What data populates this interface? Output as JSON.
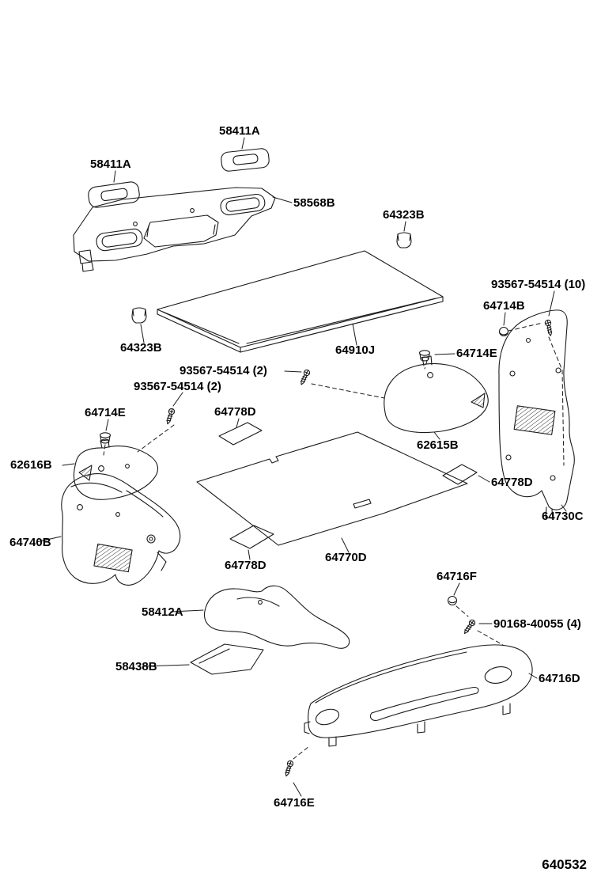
{
  "diagram": {
    "footer_number": "640532",
    "labels": {
      "l58411a_1": "58411A",
      "l58411a_2": "58411A",
      "l58568b": "58568B",
      "l64323b_1": "64323B",
      "l93567_10": "93567-54514 (10)",
      "l64714b": "64714B",
      "l64714e_1": "64714E",
      "l64910j": "64910J",
      "l64323b_2": "64323B",
      "l93567_2a": "93567-54514 (2)",
      "l93567_2b": "93567-54514 (2)",
      "l64714e_2": "64714E",
      "l64778d_1": "64778D",
      "l62615b": "62615B",
      "l62616b": "62616B",
      "l64778d_2": "64778D",
      "l64730c": "64730C",
      "l64740b": "64740B",
      "l64770d": "64770D",
      "l64778d_3": "64778D",
      "l64716f": "64716F",
      "l58412a": "58412A",
      "l90168": "90168-40055 (4)",
      "l58438b": "58438B",
      "l64716d": "64716D",
      "l64716e": "64716E"
    }
  }
}
